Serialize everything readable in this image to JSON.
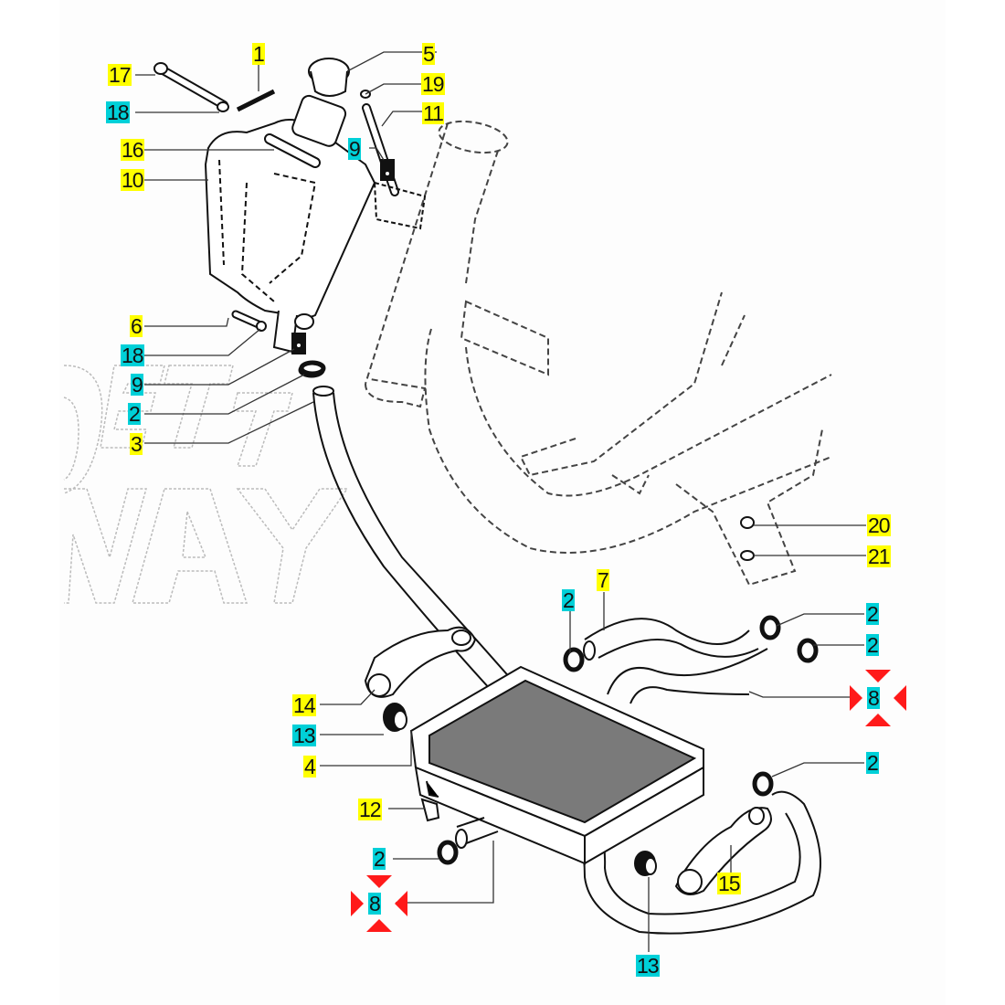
{
  "diagram": {
    "title": "Cooling system parts diagram",
    "watermark": [
      "DETT",
      "WAY"
    ],
    "colors": {
      "highlight_yellow": "#ffff00",
      "highlight_cyan": "#00d0d8",
      "marker_red": "#ff1a1a",
      "line": "#111111",
      "ghost_frame": "#555555",
      "watermark": "#bbbbbb"
    },
    "callouts": [
      {
        "id": "c17",
        "number": "17",
        "style": "yellow",
        "part": "bolt"
      },
      {
        "id": "c18a",
        "number": "18",
        "style": "cyan",
        "part": "washer"
      },
      {
        "id": "c1",
        "number": "1",
        "style": "yellow",
        "part": "strap"
      },
      {
        "id": "c5",
        "number": "5",
        "style": "yellow",
        "part": "expansion tank cap"
      },
      {
        "id": "c19",
        "number": "19",
        "style": "yellow",
        "part": "clip"
      },
      {
        "id": "c11",
        "number": "11",
        "style": "yellow",
        "part": "overflow pipe"
      },
      {
        "id": "c9a",
        "number": "9",
        "style": "cyan",
        "part": "pipe holder"
      },
      {
        "id": "c16",
        "number": "16",
        "style": "yellow",
        "part": "spacer"
      },
      {
        "id": "c10",
        "number": "10",
        "style": "yellow",
        "part": "expansion tank"
      },
      {
        "id": "c6",
        "number": "6",
        "style": "yellow",
        "part": "screw"
      },
      {
        "id": "c18b",
        "number": "18",
        "style": "cyan",
        "part": "washer"
      },
      {
        "id": "c9b",
        "number": "9",
        "style": "cyan",
        "part": "pipe holder"
      },
      {
        "id": "c2a",
        "number": "2",
        "style": "cyan",
        "part": "hose clamp"
      },
      {
        "id": "c3",
        "number": "3",
        "style": "yellow",
        "part": "hose"
      },
      {
        "id": "c20",
        "number": "20",
        "style": "yellow",
        "part": "spacer"
      },
      {
        "id": "c21",
        "number": "21",
        "style": "yellow",
        "part": "washer"
      },
      {
        "id": "c7",
        "number": "7",
        "style": "yellow",
        "part": "hose"
      },
      {
        "id": "c2b",
        "number": "2",
        "style": "cyan",
        "part": "hose clamp"
      },
      {
        "id": "c2c",
        "number": "2",
        "style": "cyan",
        "part": "hose clamp"
      },
      {
        "id": "c2d",
        "number": "2",
        "style": "cyan",
        "part": "hose clamp"
      },
      {
        "id": "c14",
        "number": "14",
        "style": "yellow",
        "part": "bracket"
      },
      {
        "id": "c13a",
        "number": "13",
        "style": "cyan",
        "part": "rubber grommet"
      },
      {
        "id": "c4",
        "number": "4",
        "style": "yellow",
        "part": "radiator"
      },
      {
        "id": "c12",
        "number": "12",
        "style": "yellow",
        "part": "drain plug"
      },
      {
        "id": "c2e",
        "number": "2",
        "style": "cyan",
        "part": "hose clamp"
      },
      {
        "id": "c2f",
        "number": "2",
        "style": "cyan",
        "part": "hose clamp"
      },
      {
        "id": "c15",
        "number": "15",
        "style": "yellow",
        "part": "bracket"
      },
      {
        "id": "c13b",
        "number": "13",
        "style": "cyan",
        "part": "rubber grommet"
      }
    ],
    "markers": [
      {
        "id": "m8a",
        "number": "8",
        "style": "cyan",
        "part": "hose",
        "flag": "red-arrows"
      },
      {
        "id": "m8b",
        "number": "8",
        "style": "cyan",
        "part": "hose",
        "flag": "red-arrows"
      }
    ]
  }
}
